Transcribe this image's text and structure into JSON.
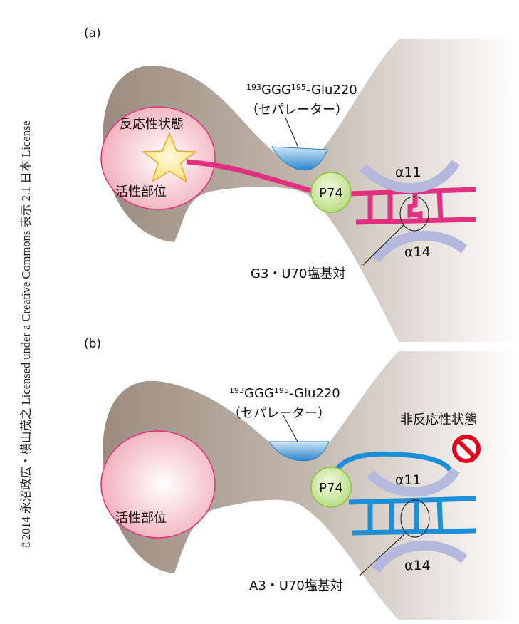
{
  "credit": "©2014 永沼政広・横山茂之 Licensed under a Creative Commons 表示 2.1 日本 License",
  "panel_a": {
    "label": "(a)",
    "sup1": "193",
    "ggg": "GGG",
    "sup2": "195",
    "glu": "-Glu220",
    "separator": "（セパレーター）",
    "state": "反応性状態",
    "site": "活性部位",
    "p74": "P74",
    "a11": "α11",
    "a14": "α14",
    "pair": "G3・U70塩基対"
  },
  "panel_b": {
    "label": "(b)",
    "sup1": "193",
    "ggg": "GGG",
    "sup2": "195",
    "glu": "-Glu220",
    "separator": "（セパレーター）",
    "state": "非反応性状態",
    "site": "活性部位",
    "p74": "P74",
    "a11": "α11",
    "a14": "α14",
    "pair": "A3・U70塩基対"
  },
  "colors": {
    "rna_a": "#e0307f",
    "rna_b": "#1e8fd6",
    "helix": "#b3b8dc",
    "pocket": "#a79a8f"
  }
}
